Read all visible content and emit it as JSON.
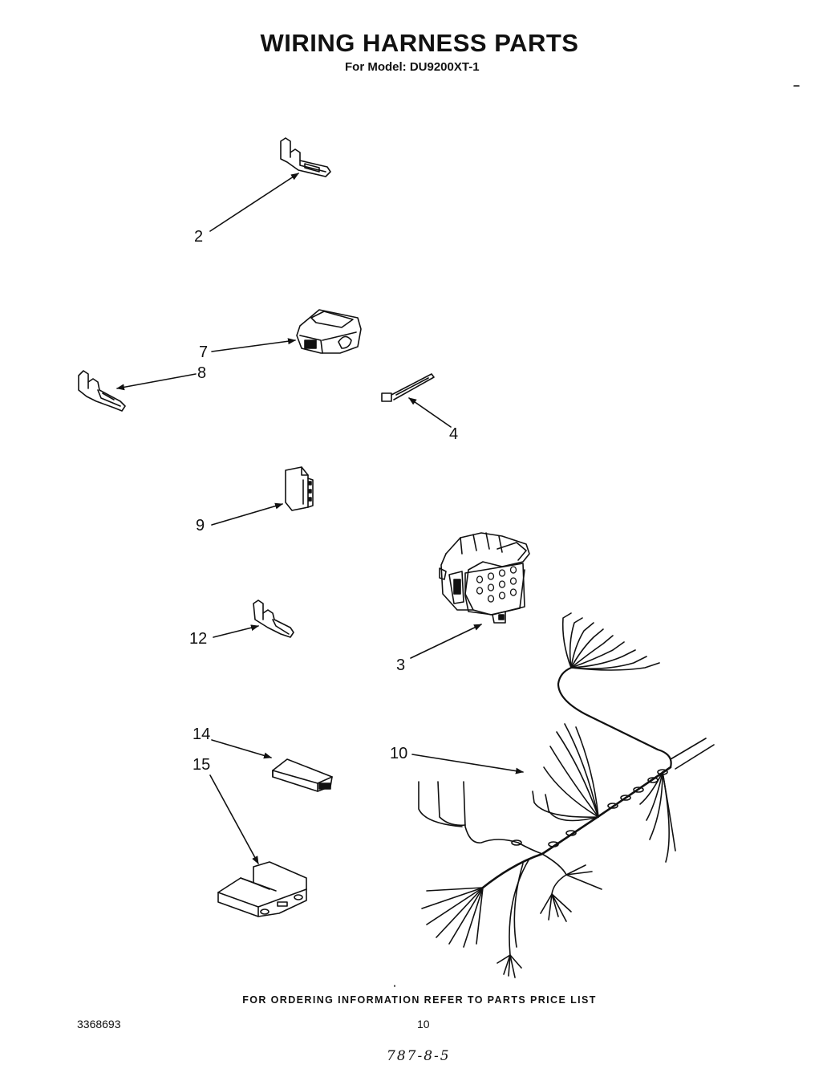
{
  "header": {
    "title": "WIRING HARNESS PARTS",
    "subtitle": "For Model: DU9200XT-1"
  },
  "parts": [
    {
      "callout": "2"
    },
    {
      "callout": "7"
    },
    {
      "callout": "8"
    },
    {
      "callout": "4"
    },
    {
      "callout": "9"
    },
    {
      "callout": "3"
    },
    {
      "callout": "12"
    },
    {
      "callout": "14"
    },
    {
      "callout": "15"
    },
    {
      "callout": "10"
    }
  ],
  "footer": {
    "ordering_note": "FOR ORDERING INFORMATION REFER TO PARTS PRICE LIST",
    "document_number": "3368693",
    "page_number": "10",
    "handwritten_code": "787-8-5"
  }
}
